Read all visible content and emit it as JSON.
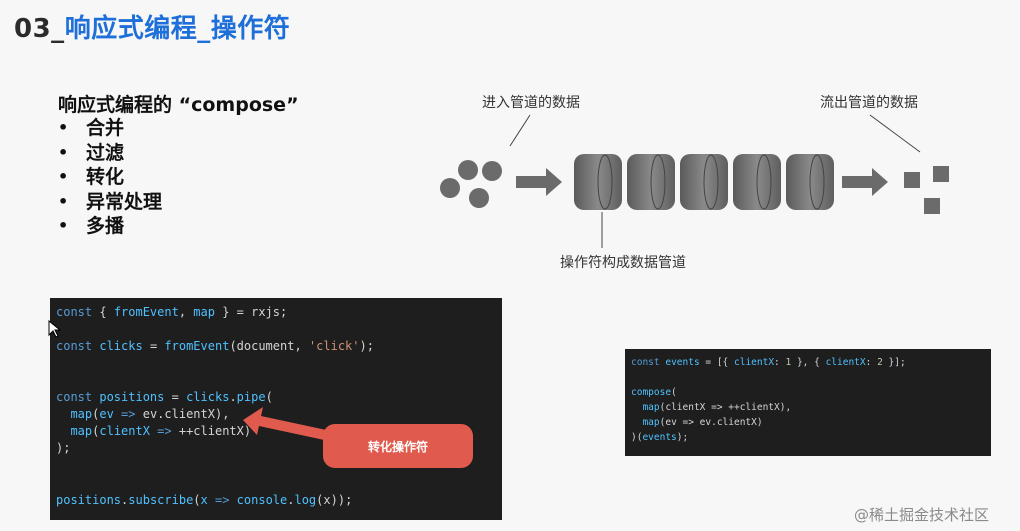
{
  "title": {
    "number": "03_",
    "text": "响应式编程_操作符"
  },
  "left": {
    "heading": "响应式编程的 “compose”",
    "bullet_char": "•",
    "items": [
      "合并",
      "过滤",
      "转化",
      "异常处理",
      "多播"
    ]
  },
  "diagram": {
    "input_label": "进入管道的数据",
    "output_label": "流出管道的数据",
    "pipe_label": "操作符构成数据管道"
  },
  "code1": {
    "line1": {
      "a": "const",
      "b": " { ",
      "c": "fromEvent",
      "d": ", ",
      "e": "map",
      "f": " } = rxjs;"
    },
    "line2": {
      "a": "const",
      "b": " ",
      "c": "clicks",
      "d": " = ",
      "e": "fromEvent",
      "f": "(document, ",
      "g": "'click'",
      "h": ");"
    },
    "line3": {
      "a": "const",
      "b": " ",
      "c": "positions",
      "d": " = ",
      "e": "clicks",
      "f": ".",
      "g": "pipe",
      "h": "("
    },
    "line4": {
      "a": "  ",
      "b": "map",
      "c": "(",
      "d": "ev",
      "e": " => ",
      "f": "ev.clientX",
      "g": "),"
    },
    "line5": {
      "a": "  ",
      "b": "map",
      "c": "(",
      "d": "clientX",
      "e": " => ",
      "f": "++clientX",
      "g": ")"
    },
    "line6": ");",
    "line7": {
      "a": "positions",
      "b": ".",
      "c": "subscribe",
      "d": "(",
      "e": "x",
      "f": " => ",
      "g": "console",
      "h": ".",
      "i": "log",
      "j": "(x));"
    }
  },
  "callout": "转化操作符",
  "code2": {
    "line1": {
      "a": "const",
      "b": " ",
      "c": "events",
      "d": " = [{ ",
      "e": "clientX",
      "f": ": ",
      "g": "1",
      "h": " }, { ",
      "i": "clientX",
      "j": ": ",
      "k": "2",
      "l": " }];"
    },
    "line2": {
      "a": "compose",
      "b": "("
    },
    "line3": {
      "a": "  ",
      "b": "map",
      "c": "(clientX => ++clientX),"
    },
    "line4": {
      "a": "  ",
      "b": "map",
      "c": "(ev => ev.clientX)"
    },
    "line5": {
      "a": ")(",
      "b": "events",
      "c": ");"
    }
  },
  "watermark": "@稀土掘金技术社区",
  "colors": {
    "title_blue": "#1e6fd9",
    "callout_red": "#e05b4d",
    "code_bg": "#1e1e1e"
  }
}
